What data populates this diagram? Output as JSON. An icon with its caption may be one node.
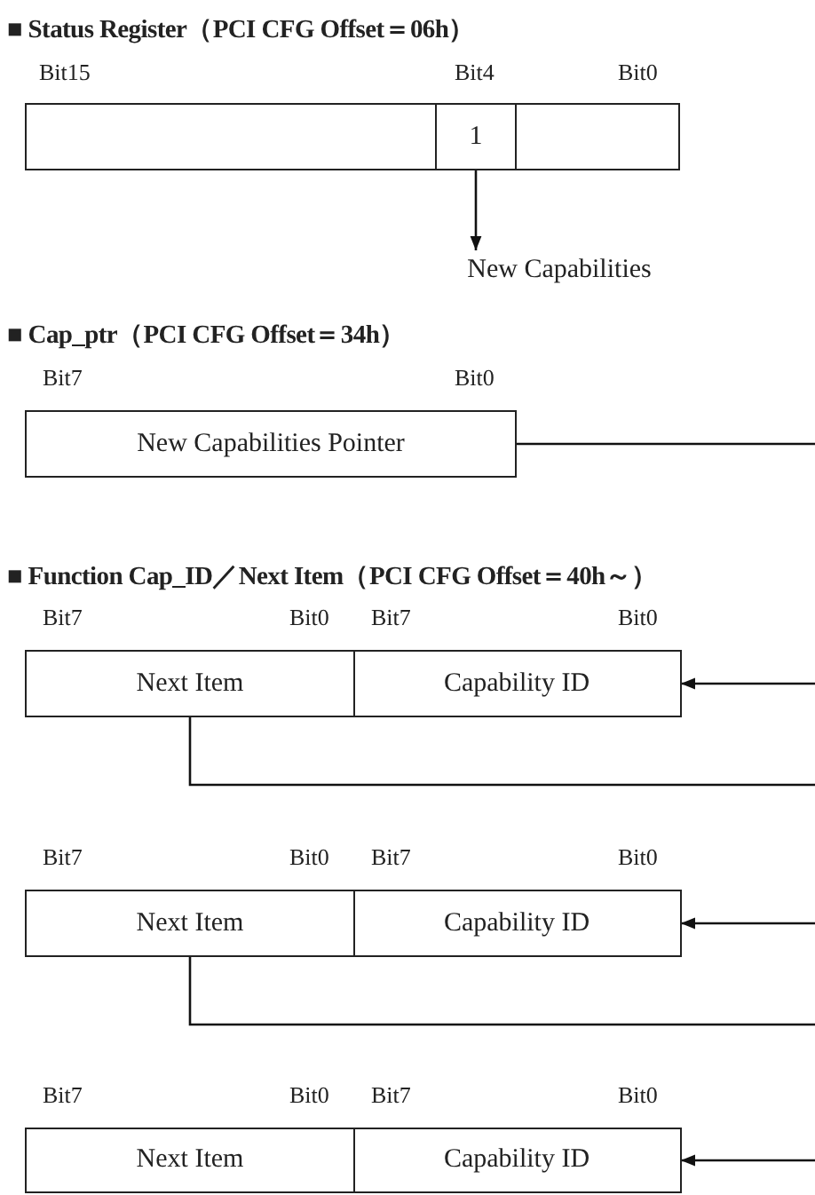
{
  "diagram": {
    "nodes": [
      {
        "text": [],
        "shape": "box"
      },
      {
        "text": [
          "1"
        ]
      },
      {
        "text": [],
        "shape": "box"
      },
      {
        "text": [
          "New Capabilities"
        ]
      },
      {
        "text": [
          "New Capabilities Pointer"
        ]
      },
      {
        "text": [
          "Next Item"
        ]
      },
      {
        "text": [
          "Capability ID"
        ]
      },
      {
        "text": [
          "Next Item"
        ]
      },
      {
        "text": [
          "Capability ID"
        ]
      },
      {
        "text": [
          "Next Item"
        ]
      },
      {
        "text": [
          "Capability ID"
        ]
      }
    ],
    "edges": [
      {
        "from": 1,
        "to": 3,
        "arrow": "to"
      },
      {
        "from": 4,
        "to": 6,
        "arrow": "to"
      },
      {
        "from": 5,
        "to": 8,
        "arrow": "to"
      },
      {
        "from": 7,
        "to": 10,
        "arrow": "to"
      }
    ],
    "labels": [
      "■ Status Register（PCI CFG Offset＝06h）",
      "Bit15",
      "Bit4",
      "Bit0",
      "■ Cap_ptr（PCI CFG Offset＝34h）",
      "Bit7",
      "Bit0",
      "■ Function Cap_ID／Next Item（PCI CFG Offset＝40h～）",
      "Bit7",
      "Bit0",
      "Bit7",
      "Bit0",
      "Bit7",
      "Bit0",
      "Bit7",
      "Bit0",
      "Bit7",
      "Bit0",
      "Bit7",
      "Bit0"
    ]
  }
}
